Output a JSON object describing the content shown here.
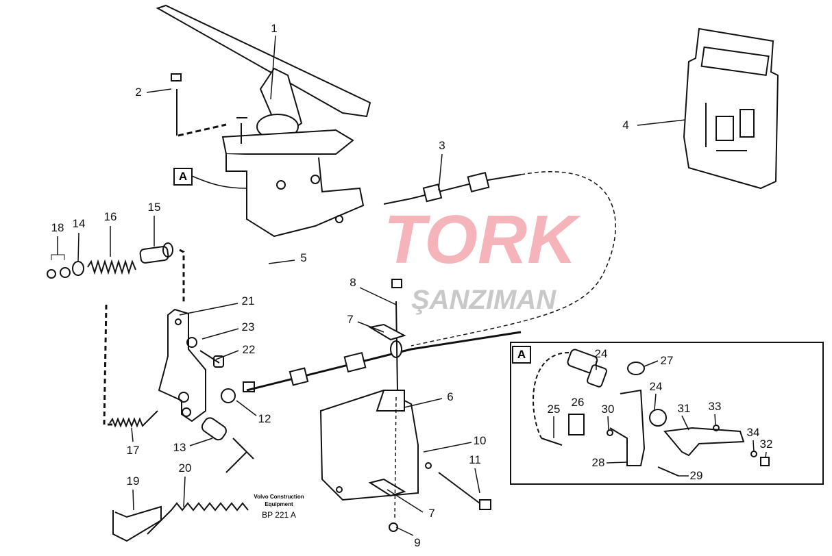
{
  "callouts": {
    "c1": "1",
    "c2": "2",
    "c3": "3",
    "c4": "4",
    "c5": "5",
    "c6": "6",
    "c7a": "7",
    "c7b": "7",
    "c8": "8",
    "c9": "9",
    "c10": "10",
    "c11": "11",
    "c12": "12",
    "c13": "13",
    "c14": "14",
    "c15": "15",
    "c16": "16",
    "c17": "17",
    "c18": "18",
    "c19": "19",
    "c20": "20",
    "c21": "21",
    "c22": "22",
    "c23": "23"
  },
  "detail_ref": "A",
  "inset": {
    "title": "A",
    "callouts": {
      "c24a": "24",
      "c24b": "24",
      "c25": "25",
      "c26": "26",
      "c27": "27",
      "c28": "28",
      "c29": "29",
      "c30": "30",
      "c31": "31",
      "c32": "32",
      "c33": "33",
      "c34": "34"
    }
  },
  "footer": {
    "line1": "Volvo Construction",
    "line2": "Equipment",
    "code": "BP 221 A"
  },
  "watermark": {
    "brand": "TORK",
    "sub": "ŞANZIMAN",
    "colors": {
      "brand": "#f0a0a8",
      "sub": "#b8b8b8"
    }
  }
}
